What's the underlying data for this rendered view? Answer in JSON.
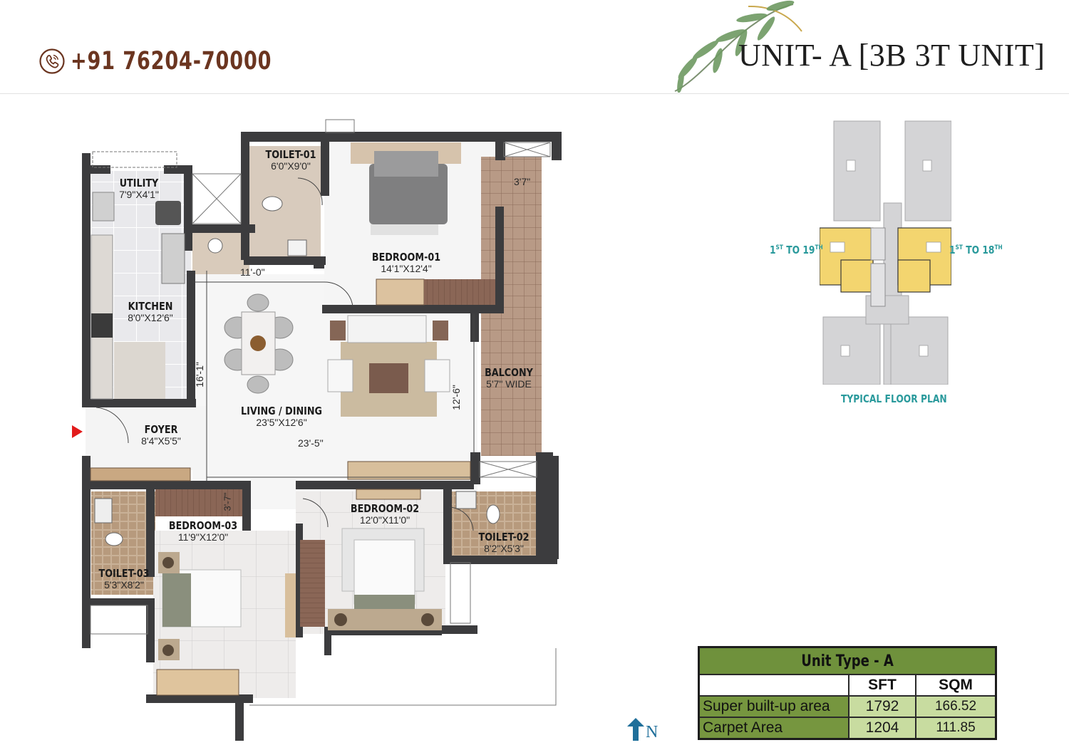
{
  "header": {
    "phone": "+91 76204-70000",
    "phone_icon": "phone-icon",
    "title": "UNIT- A [3B 3T UNIT]",
    "accent_color": "#6b3520"
  },
  "floor_plan": {
    "rooms": [
      {
        "name": "UTILITY",
        "dim": "7'9\"X4'1\""
      },
      {
        "name": "TOILET-01",
        "dim": "6'0\"X9'0\""
      },
      {
        "name": "BEDROOM-01",
        "dim": "14'1\"X12'4\""
      },
      {
        "name": "KITCHEN",
        "dim": "8'0\"X12'6\""
      },
      {
        "name": "BALCONY",
        "dim": "5'7\" WIDE"
      },
      {
        "name": "LIVING / DINING",
        "dim": "23'5\"X12'6\""
      },
      {
        "name": "FOYER",
        "dim": "8'4\"X5'5\""
      },
      {
        "name": "BEDROOM-02",
        "dim": "12'0\"X11'0\""
      },
      {
        "name": "BEDROOM-03",
        "dim": "11'9\"X12'0\""
      },
      {
        "name": "TOILET-02",
        "dim": "8'2\"X5'3\""
      },
      {
        "name": "TOILET-03",
        "dim": "5'3\"X8'2\""
      }
    ],
    "dimensions": {
      "top_span": "11'-0\"",
      "balcony_depth": "3'7\"",
      "living_height": "16'-1\"",
      "living_width": "23'-5\"",
      "living_right": "12'-6\"",
      "bedroom3_closet": "3'-7\""
    }
  },
  "key_plan": {
    "left_floors": {
      "from": "1",
      "from_sup": "ST",
      "to_word": "TO",
      "to": "19",
      "to_sup": "TH"
    },
    "right_floors": {
      "from": "1",
      "from_sup": "ST",
      "to_word": "TO",
      "to": "18",
      "to_sup": "TH"
    },
    "caption": "TYPICAL FLOOR PLAN",
    "highlight_color": "#f2d36b"
  },
  "compass": {
    "label": "N",
    "icon": "north-arrow-icon"
  },
  "area_table": {
    "title": "Unit Type - A",
    "columns": [
      "",
      "SFT",
      "SQM"
    ],
    "rows": [
      {
        "label": "Super built-up area",
        "sft": "1792",
        "sqm": "166.52"
      },
      {
        "label": "Carpet Area",
        "sft": "1204",
        "sqm": "111.85"
      }
    ],
    "header_color": "#6f913c",
    "value_color": "#c8dca0"
  }
}
